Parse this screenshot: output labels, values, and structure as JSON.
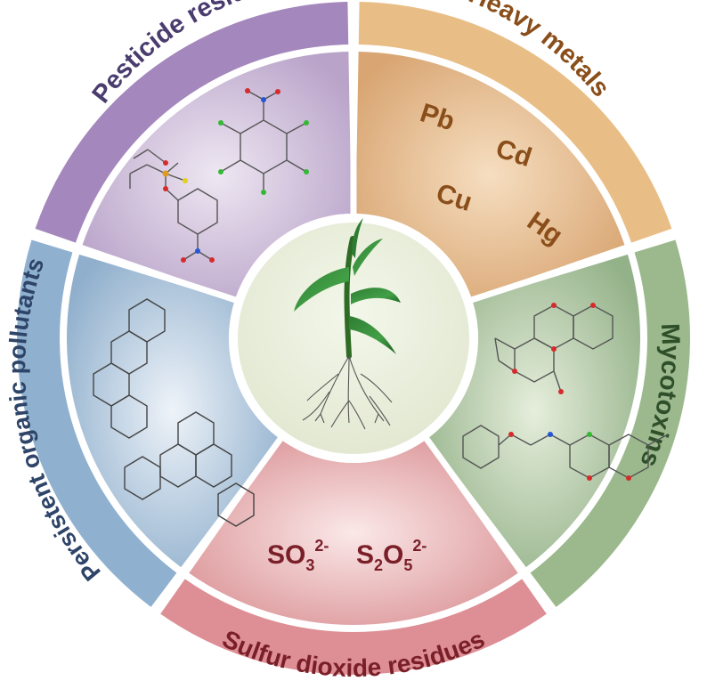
{
  "segments": {
    "pesticide": {
      "label": "Pesticide residues",
      "color": "#A487BC",
      "text_color": "#4A3C6E"
    },
    "heavy_metals": {
      "label": "Heavy metals",
      "color": "#E9BE86",
      "text_color": "#8A4E1A",
      "symbols": [
        "Pb",
        "Cd",
        "Cu",
        "Hg"
      ]
    },
    "mycotoxins": {
      "label": "Mycotoxins",
      "color": "#9BB98D",
      "text_color": "#2F4F2A"
    },
    "sulfur_dioxide": {
      "label": "Sulfur dioxide residues",
      "color": "#DD8F95",
      "text_color": "#7A1F28",
      "formulas": [
        {
          "base": "SO",
          "sub": "3",
          "sup": "2-"
        },
        {
          "base1": "S",
          "sub1": "2",
          "base2": "O",
          "sub2": "5",
          "sup": "2-"
        }
      ]
    },
    "pops": {
      "label": "Persistent organic pollutants",
      "color": "#8FB1CF",
      "text_color": "#2E4468"
    }
  },
  "center": {
    "icon": "plant-with-roots-icon"
  }
}
